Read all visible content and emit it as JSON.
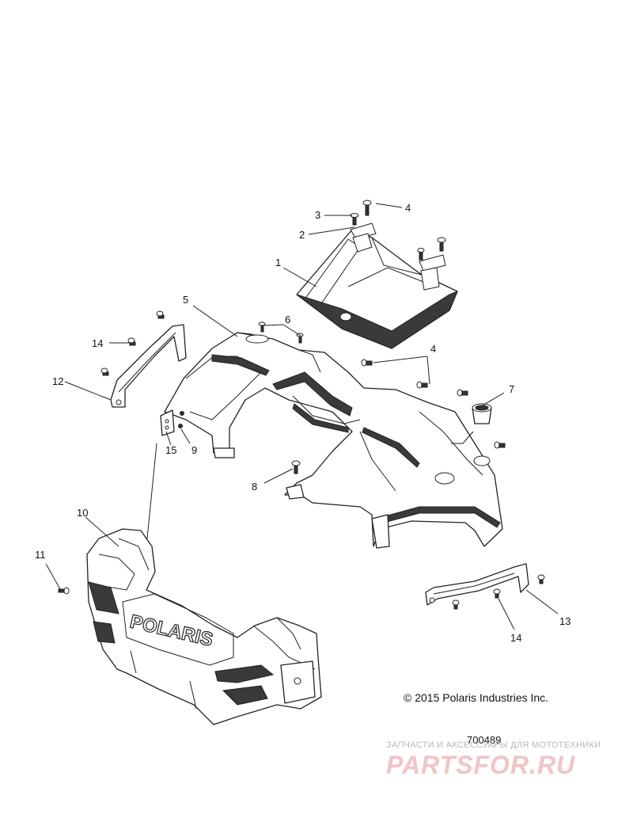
{
  "callouts": {
    "c1": "1",
    "c2": "2",
    "c3": "3",
    "c4a": "4",
    "c4b": "4",
    "c5": "5",
    "c6": "6",
    "c7": "7",
    "c8": "8",
    "c9": "9",
    "c10": "10",
    "c11": "11",
    "c12": "12",
    "c13": "13",
    "c14a": "14",
    "c14b": "14",
    "c15": "15"
  },
  "copyright": "© 2015 Polaris Industries Inc.",
  "part_number": "700489",
  "bumper_logo": "POLARIS",
  "watermark": {
    "tagline": "ЗАПЧАСТИ И АКСЕССУАРЫ ДЛЯ МОТОТЕХНИКИ",
    "logo": "PARTSFOR.RU"
  },
  "colors": {
    "line": "#222222",
    "watermark_logo": "#f2c4c4",
    "watermark_text": "#b7b7b7"
  }
}
